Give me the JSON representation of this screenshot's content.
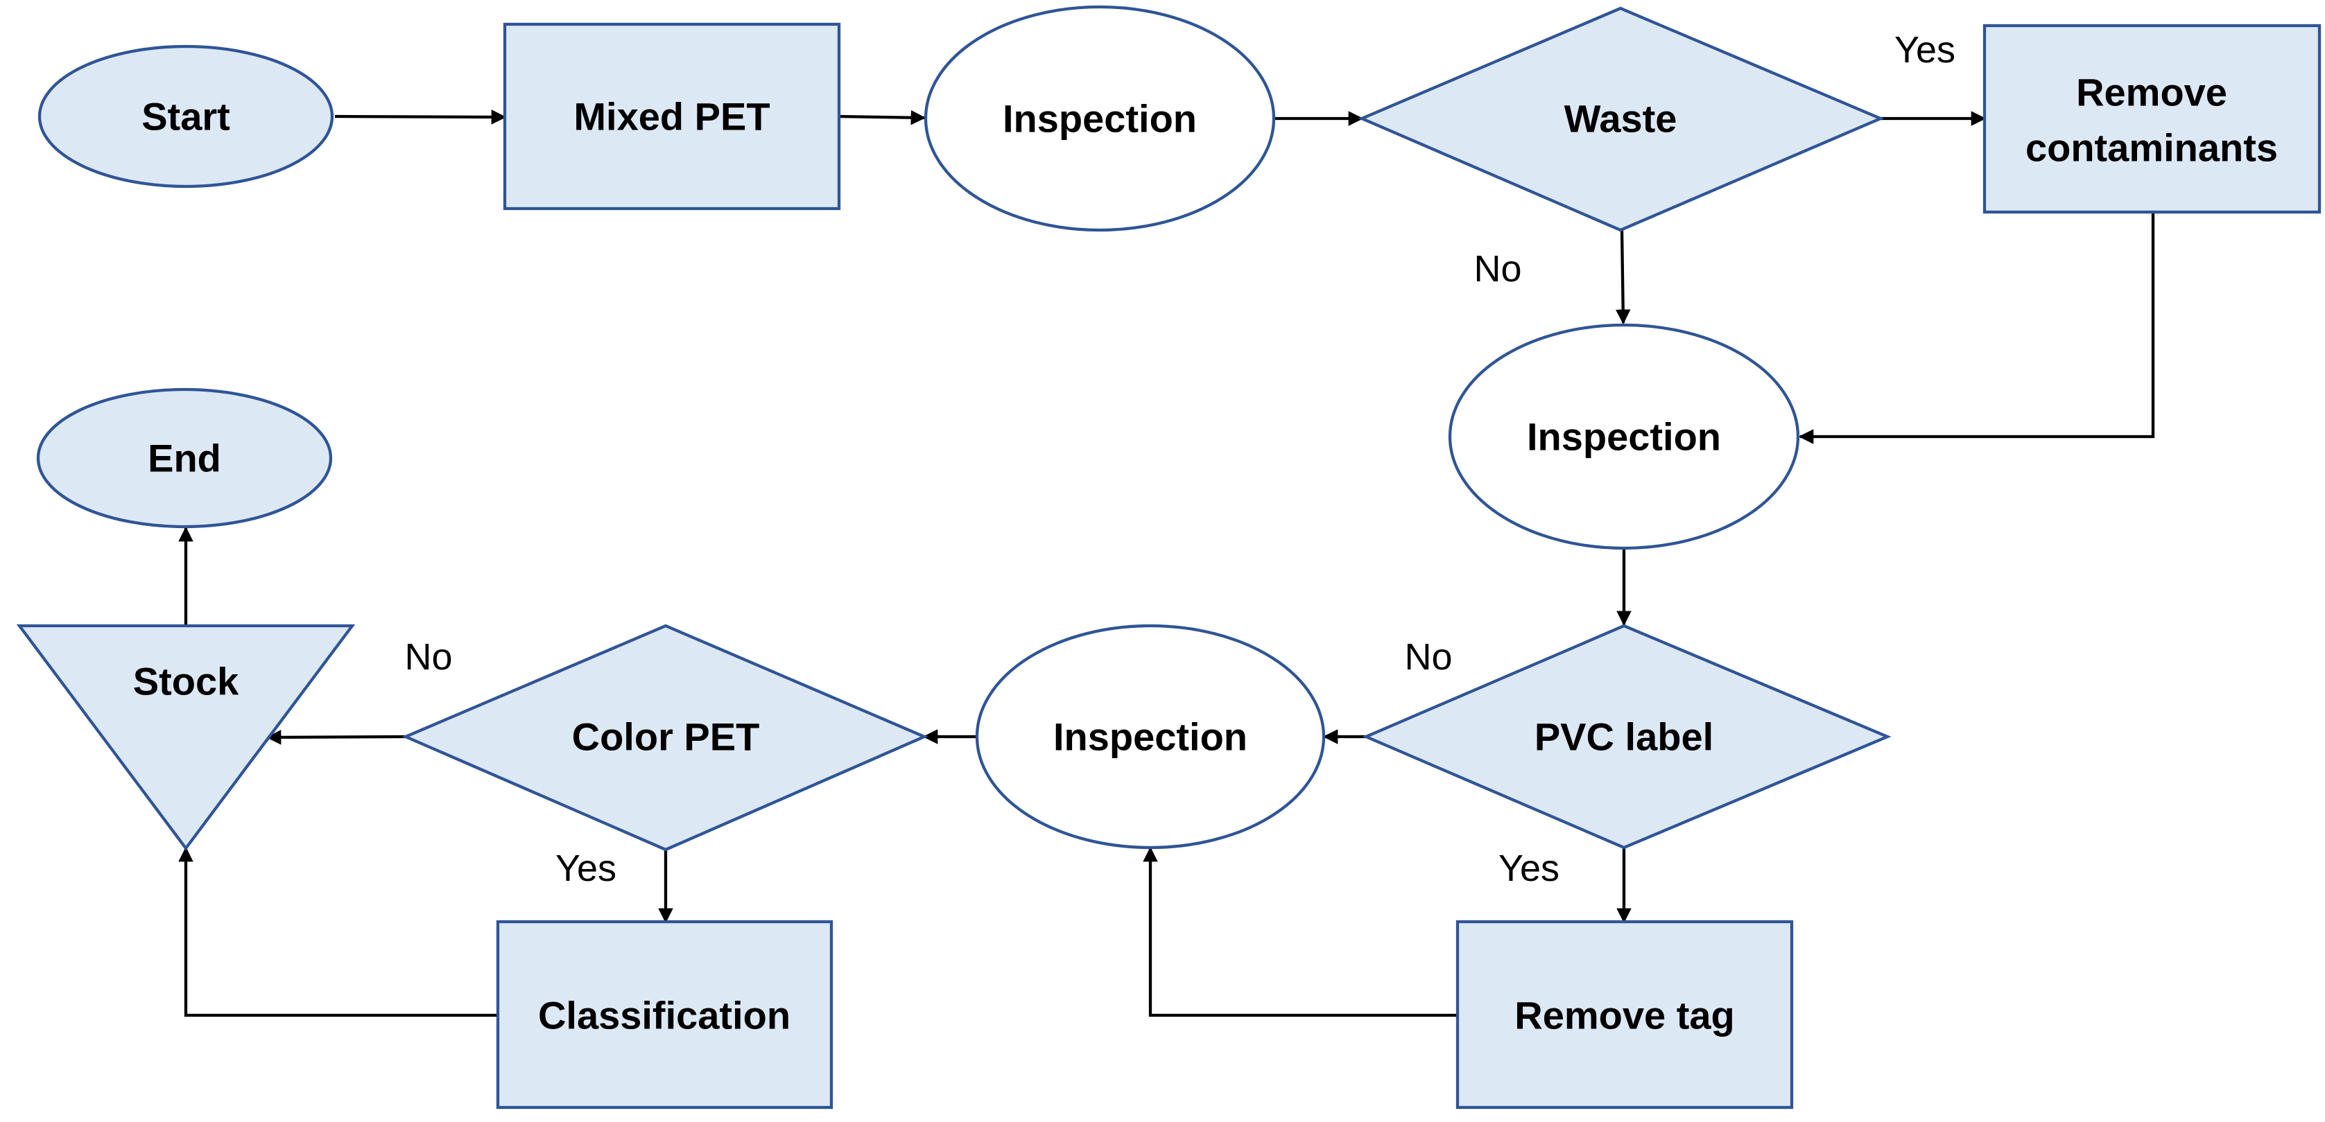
{
  "diagram": {
    "nodes": {
      "start": "Start",
      "mixed_pet": "Mixed PET",
      "inspection_1": "Inspection",
      "waste": "Waste",
      "remove_contaminants_line1": "Remove",
      "remove_contaminants_line2": "contaminants",
      "inspection_2": "Inspection",
      "pvc_label": "PVC label",
      "remove_tag": "Remove tag",
      "inspection_3": "Inspection",
      "color_pet": "Color PET",
      "classification": "Classification",
      "stock": "Stock",
      "end": "End"
    },
    "edge_labels": {
      "waste_yes": "Yes",
      "waste_no": "No",
      "pvc_no": "No",
      "pvc_yes": "Yes",
      "color_no": "No",
      "color_yes": "Yes"
    },
    "colors": {
      "node_fill": "#dde8f5",
      "node_border": "#2f5597",
      "oval_fill_plain": "#ffffff",
      "connector": "#000000"
    }
  }
}
